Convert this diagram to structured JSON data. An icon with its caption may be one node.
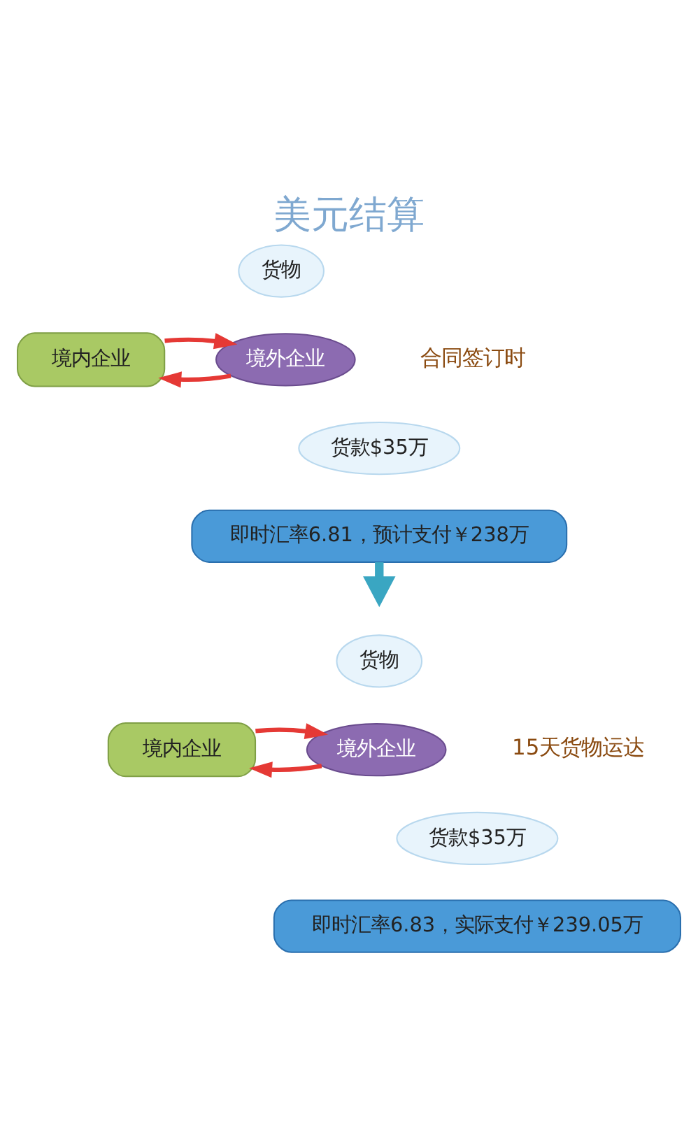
{
  "diagram": {
    "title": "美元结算",
    "nodes": [
      {
        "text": [
          "货物"
        ]
      },
      {
        "text": [
          "境内企业"
        ]
      },
      {
        "text": [
          "境外企业"
        ]
      },
      {
        "text": [
          "货款$35万"
        ]
      },
      {
        "text": [
          "即时汇率6.81，预计支付￥238万"
        ]
      },
      {
        "text": [
          "货物"
        ]
      },
      {
        "text": [
          "境内企业"
        ]
      },
      {
        "text": [
          "境外企业"
        ]
      },
      {
        "text": [
          "货款$35万"
        ]
      },
      {
        "text": [
          "即时汇率6.83，实际支付￥239.05万"
        ]
      }
    ],
    "edges": [
      {
        "from": 2,
        "to": 1,
        "arrow": "to"
      },
      {
        "from": 1,
        "to": 2,
        "arrow": "to"
      },
      {
        "from": 4,
        "to": null,
        "arrow": "to",
        "style": "thick",
        "color": "#3aa6c2"
      },
      {
        "from": 7,
        "to": 6,
        "arrow": "to"
      },
      {
        "from": 6,
        "to": 7,
        "arrow": "to"
      }
    ],
    "labels": [
      "合同签订时",
      "15天货物运达"
    ]
  }
}
